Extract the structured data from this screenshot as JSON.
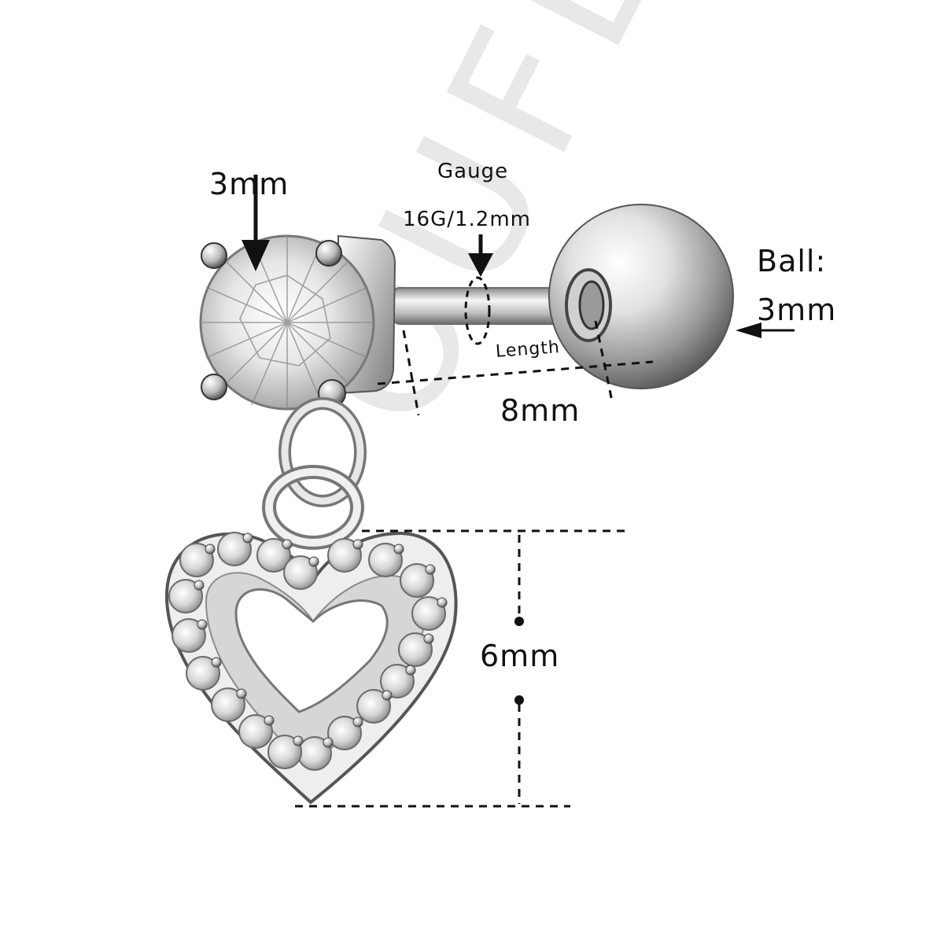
{
  "labels": {
    "stone_size": "3mm",
    "gauge_title": "Gauge",
    "gauge_value": "16G/1.2mm",
    "ball_title": "Ball:",
    "ball_size": "3mm",
    "length_title": "Length",
    "length_value": "8mm",
    "pendant_size": "6mm"
  },
  "watermark": "OUFER",
  "colors": {
    "metal_light": "#f4f4f4",
    "metal_mid": "#c2c2c2",
    "metal_dark": "#6e6e6e",
    "ink": "#111111",
    "watermark": "#cfcfcf"
  }
}
